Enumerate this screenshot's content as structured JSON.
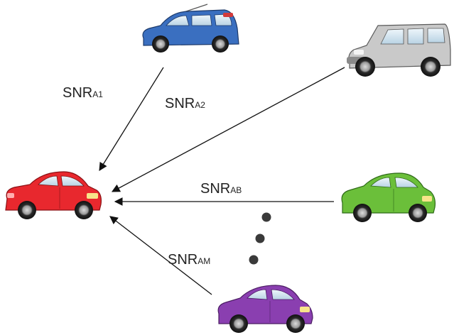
{
  "labels": {
    "a1": {
      "main": "SNR",
      "sub": "A1"
    },
    "a2": {
      "main": "SNR",
      "sub": "A2"
    },
    "ab": {
      "main": "SNR",
      "sub": "AB"
    },
    "am": {
      "main": "SNR",
      "sub": "AM"
    }
  },
  "cars": {
    "receiver": {
      "color": "#e8282e",
      "icon": "red-car-icon"
    },
    "blue": {
      "color": "#3a6fc0",
      "icon": "blue-hatchback-icon"
    },
    "silver": {
      "color": "#c9c9c9",
      "icon": "silver-suv-icon"
    },
    "green": {
      "color": "#6bbf3a",
      "icon": "green-car-icon"
    },
    "purple": {
      "color": "#8a3fb0",
      "icon": "purple-car-icon"
    }
  }
}
